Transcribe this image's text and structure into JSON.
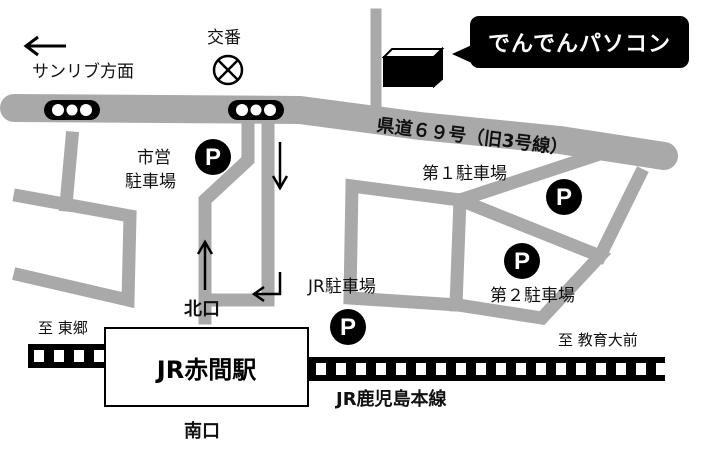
{
  "shop": {
    "name": "でんでんパソコン"
  },
  "police_box": {
    "label": "交番"
  },
  "direction_west": {
    "label": "サンリブ方面"
  },
  "road": {
    "label": "県道６９号（旧3号線）"
  },
  "parking": {
    "city": {
      "line1": "市営",
      "line2": "駐車場"
    },
    "lot1": {
      "label": "第１駐車場"
    },
    "lot2": {
      "label": "第２駐車場"
    },
    "jr": {
      "label": "JR駐車場"
    },
    "symbol": "P"
  },
  "station": {
    "name": "JR赤間駅",
    "north_exit": "北口",
    "south_exit": "南口"
  },
  "railway": {
    "line_name": "JR鹿児島本線",
    "to_west": "至 東郷",
    "to_east": "至 教育大前"
  },
  "colors": {
    "road": "#a9a9a9",
    "ink": "#000000",
    "background": "#ffffff"
  }
}
